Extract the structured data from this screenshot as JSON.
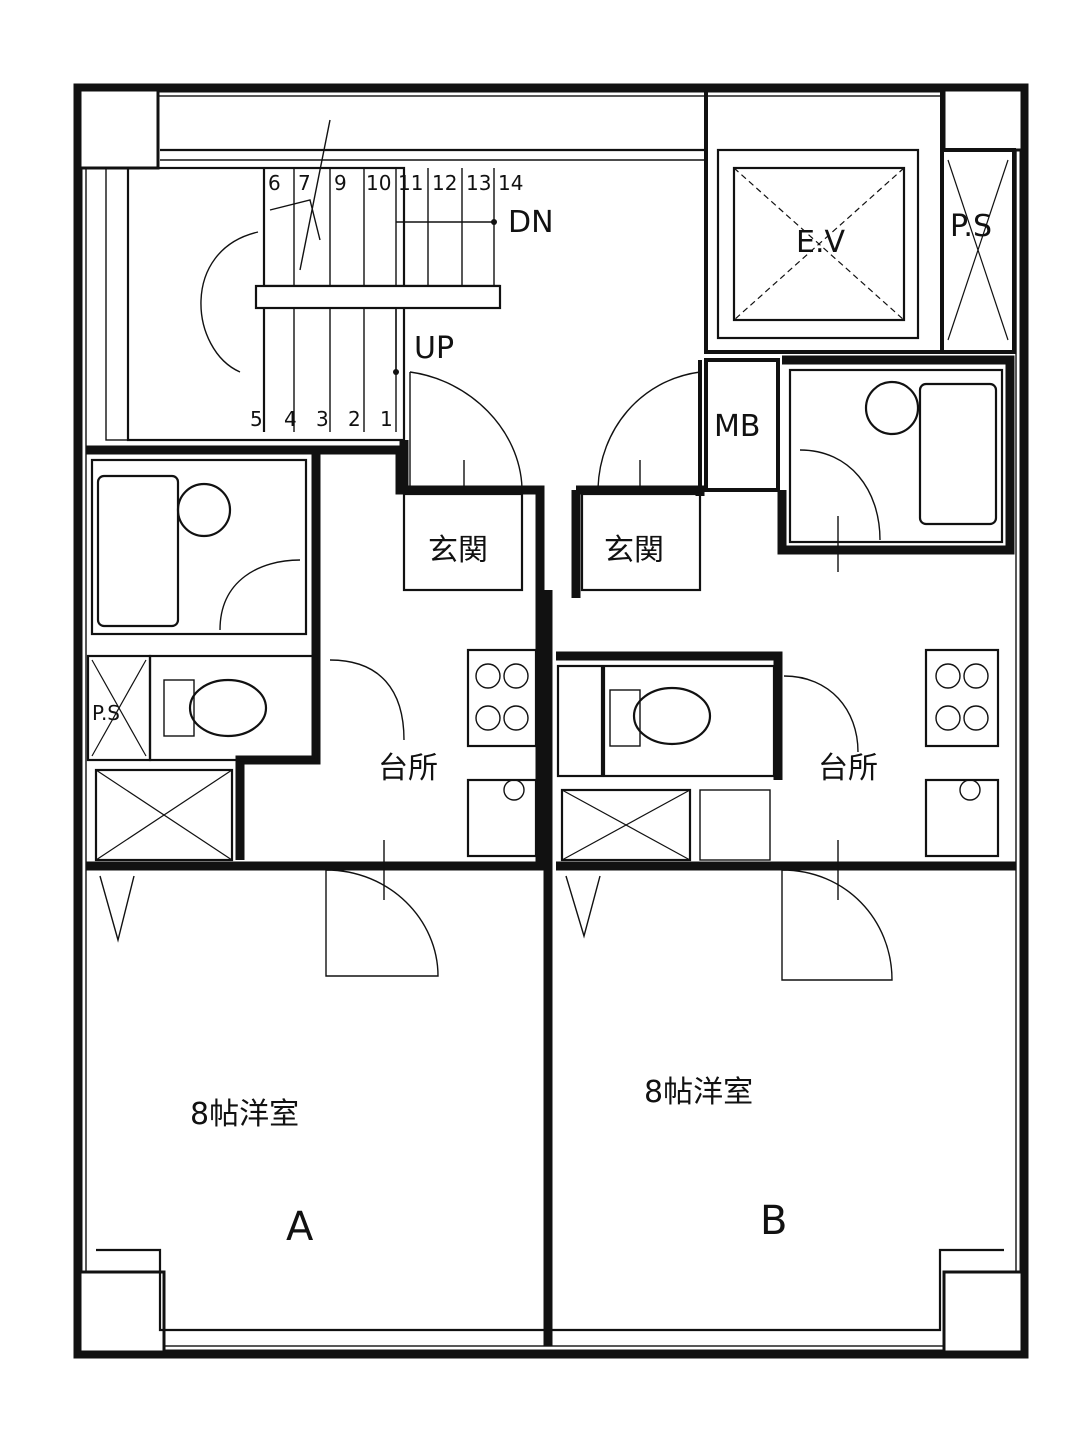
{
  "labels": {
    "stair_numbers_top": [
      "6",
      "7",
      "9",
      "10",
      "11",
      "12",
      "13",
      "14"
    ],
    "stair_numbers_bottom": [
      "5",
      "4",
      "3",
      "2",
      "1"
    ],
    "dn": "DN",
    "up": "UP",
    "ev": "E.V",
    "ps": "P.S",
    "mb": "MB",
    "entrance": "玄関",
    "kitchen": "台所",
    "room": "8帖洋室",
    "unit_a": "A",
    "unit_b": "B"
  }
}
